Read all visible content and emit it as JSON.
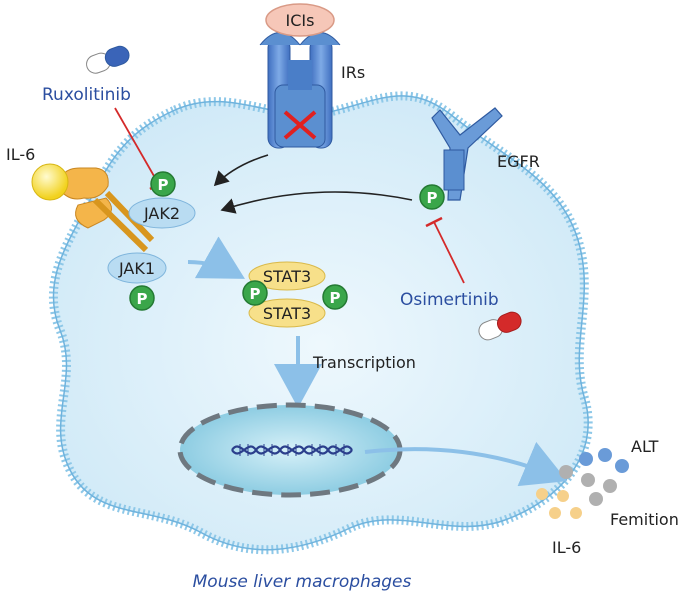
{
  "labels": {
    "icis": "ICIs",
    "irs": "IRs",
    "ruxolitinib": "Ruxolitinib",
    "il6_left": "IL-6",
    "egfr": "EGFR",
    "jak2": "JAK2",
    "jak1": "JAK1",
    "stat3_top": "STAT3",
    "stat3_bottom": "STAT3",
    "osimertinib": "Osimertinib",
    "transcription": "Transcription",
    "alt": "ALT",
    "femition": "Femition",
    "il6_right": "IL-6",
    "caption": "Mouse liver macrophages"
  },
  "phospho_label": "P",
  "colors": {
    "cytoplasm": "#dff1fb",
    "membrane": "#8ec8e8",
    "receptor_blue": "#5b8fd0",
    "receptor_dark": "#2f5aa0",
    "icis_fill": "#f6c7b8",
    "il6_receptor": "#f4b54a",
    "il6_ligand": "#f7e04a",
    "jak_oval": "#b9dcf2",
    "stat3_fill": "#f7e08a",
    "phospho": "#3aa64a",
    "inhibitor_line": "#d42a2a",
    "nucleus_fill": "#a9dbec",
    "drug_label": "#2b4ea0"
  }
}
